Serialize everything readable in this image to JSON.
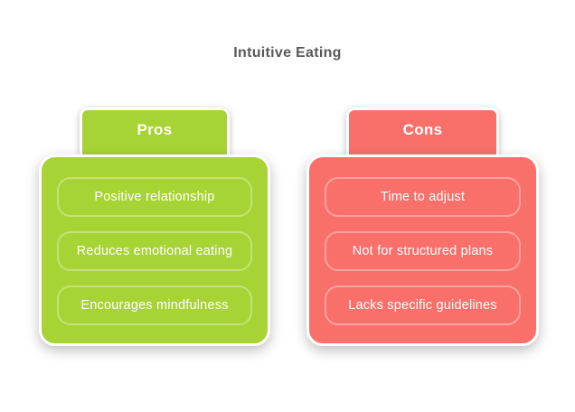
{
  "title": "Intuitive Eating",
  "colors": {
    "background": "#ffffff",
    "title_text": "#58595b",
    "pros": "#a7d334",
    "cons": "#f9706a"
  },
  "columns": [
    {
      "label": "Pros",
      "items": [
        "Positive relationship",
        "Reduces emotional eating",
        "Encourages mindfulness"
      ]
    },
    {
      "label": "Cons",
      "items": [
        "Time to adjust",
        "Not for structured plans",
        "Lacks specific guidelines"
      ]
    }
  ]
}
